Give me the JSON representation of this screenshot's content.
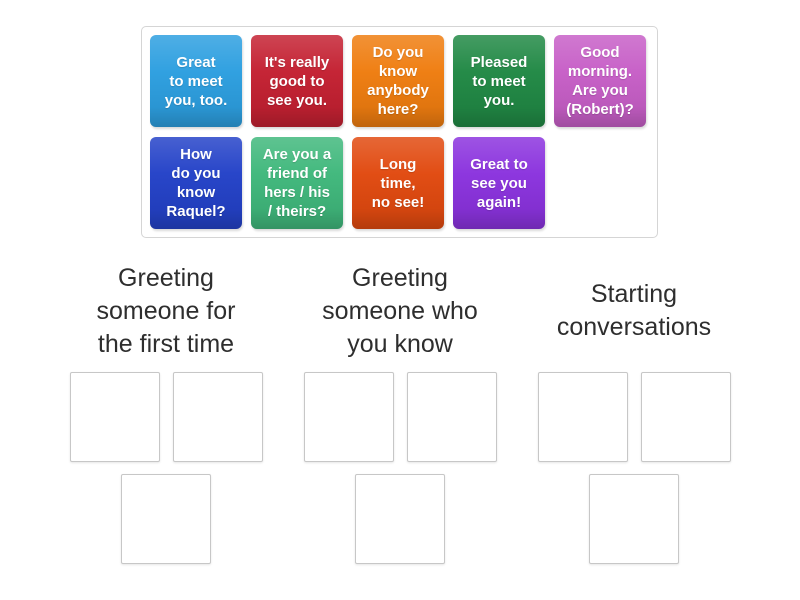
{
  "tray": {
    "tiles": [
      {
        "text": "Great\nto meet\nyou, too.",
        "color": "#2d9fe0"
      },
      {
        "text": "It's really\ngood to\nsee you.",
        "color": "#c42132"
      },
      {
        "text": "Do you\nknow\nanybody\nhere?",
        "color": "#ef7d10"
      },
      {
        "text": "Pleased\nto meet\nyou.",
        "color": "#218945"
      },
      {
        "text": "Good\nmorning.\nAre you\n(Robert)?",
        "color": "#c75fc7"
      },
      {
        "text": "How\ndo you\nknow\nRaquel?",
        "color": "#2442c8"
      },
      {
        "text": "Are you a\nfriend of\nhers / his\n/ theirs?",
        "color": "#40b87c"
      },
      {
        "text": "Long\ntime,\nno see!",
        "color": "#e14a10"
      },
      {
        "text": "Great to\nsee you\nagain!",
        "color": "#8b33de"
      }
    ]
  },
  "groups": [
    {
      "label": "Greeting\nsomeone for\nthe first time"
    },
    {
      "label": "Greeting\nsomeone who\nyou know"
    },
    {
      "label": "Starting\nconversations"
    }
  ]
}
